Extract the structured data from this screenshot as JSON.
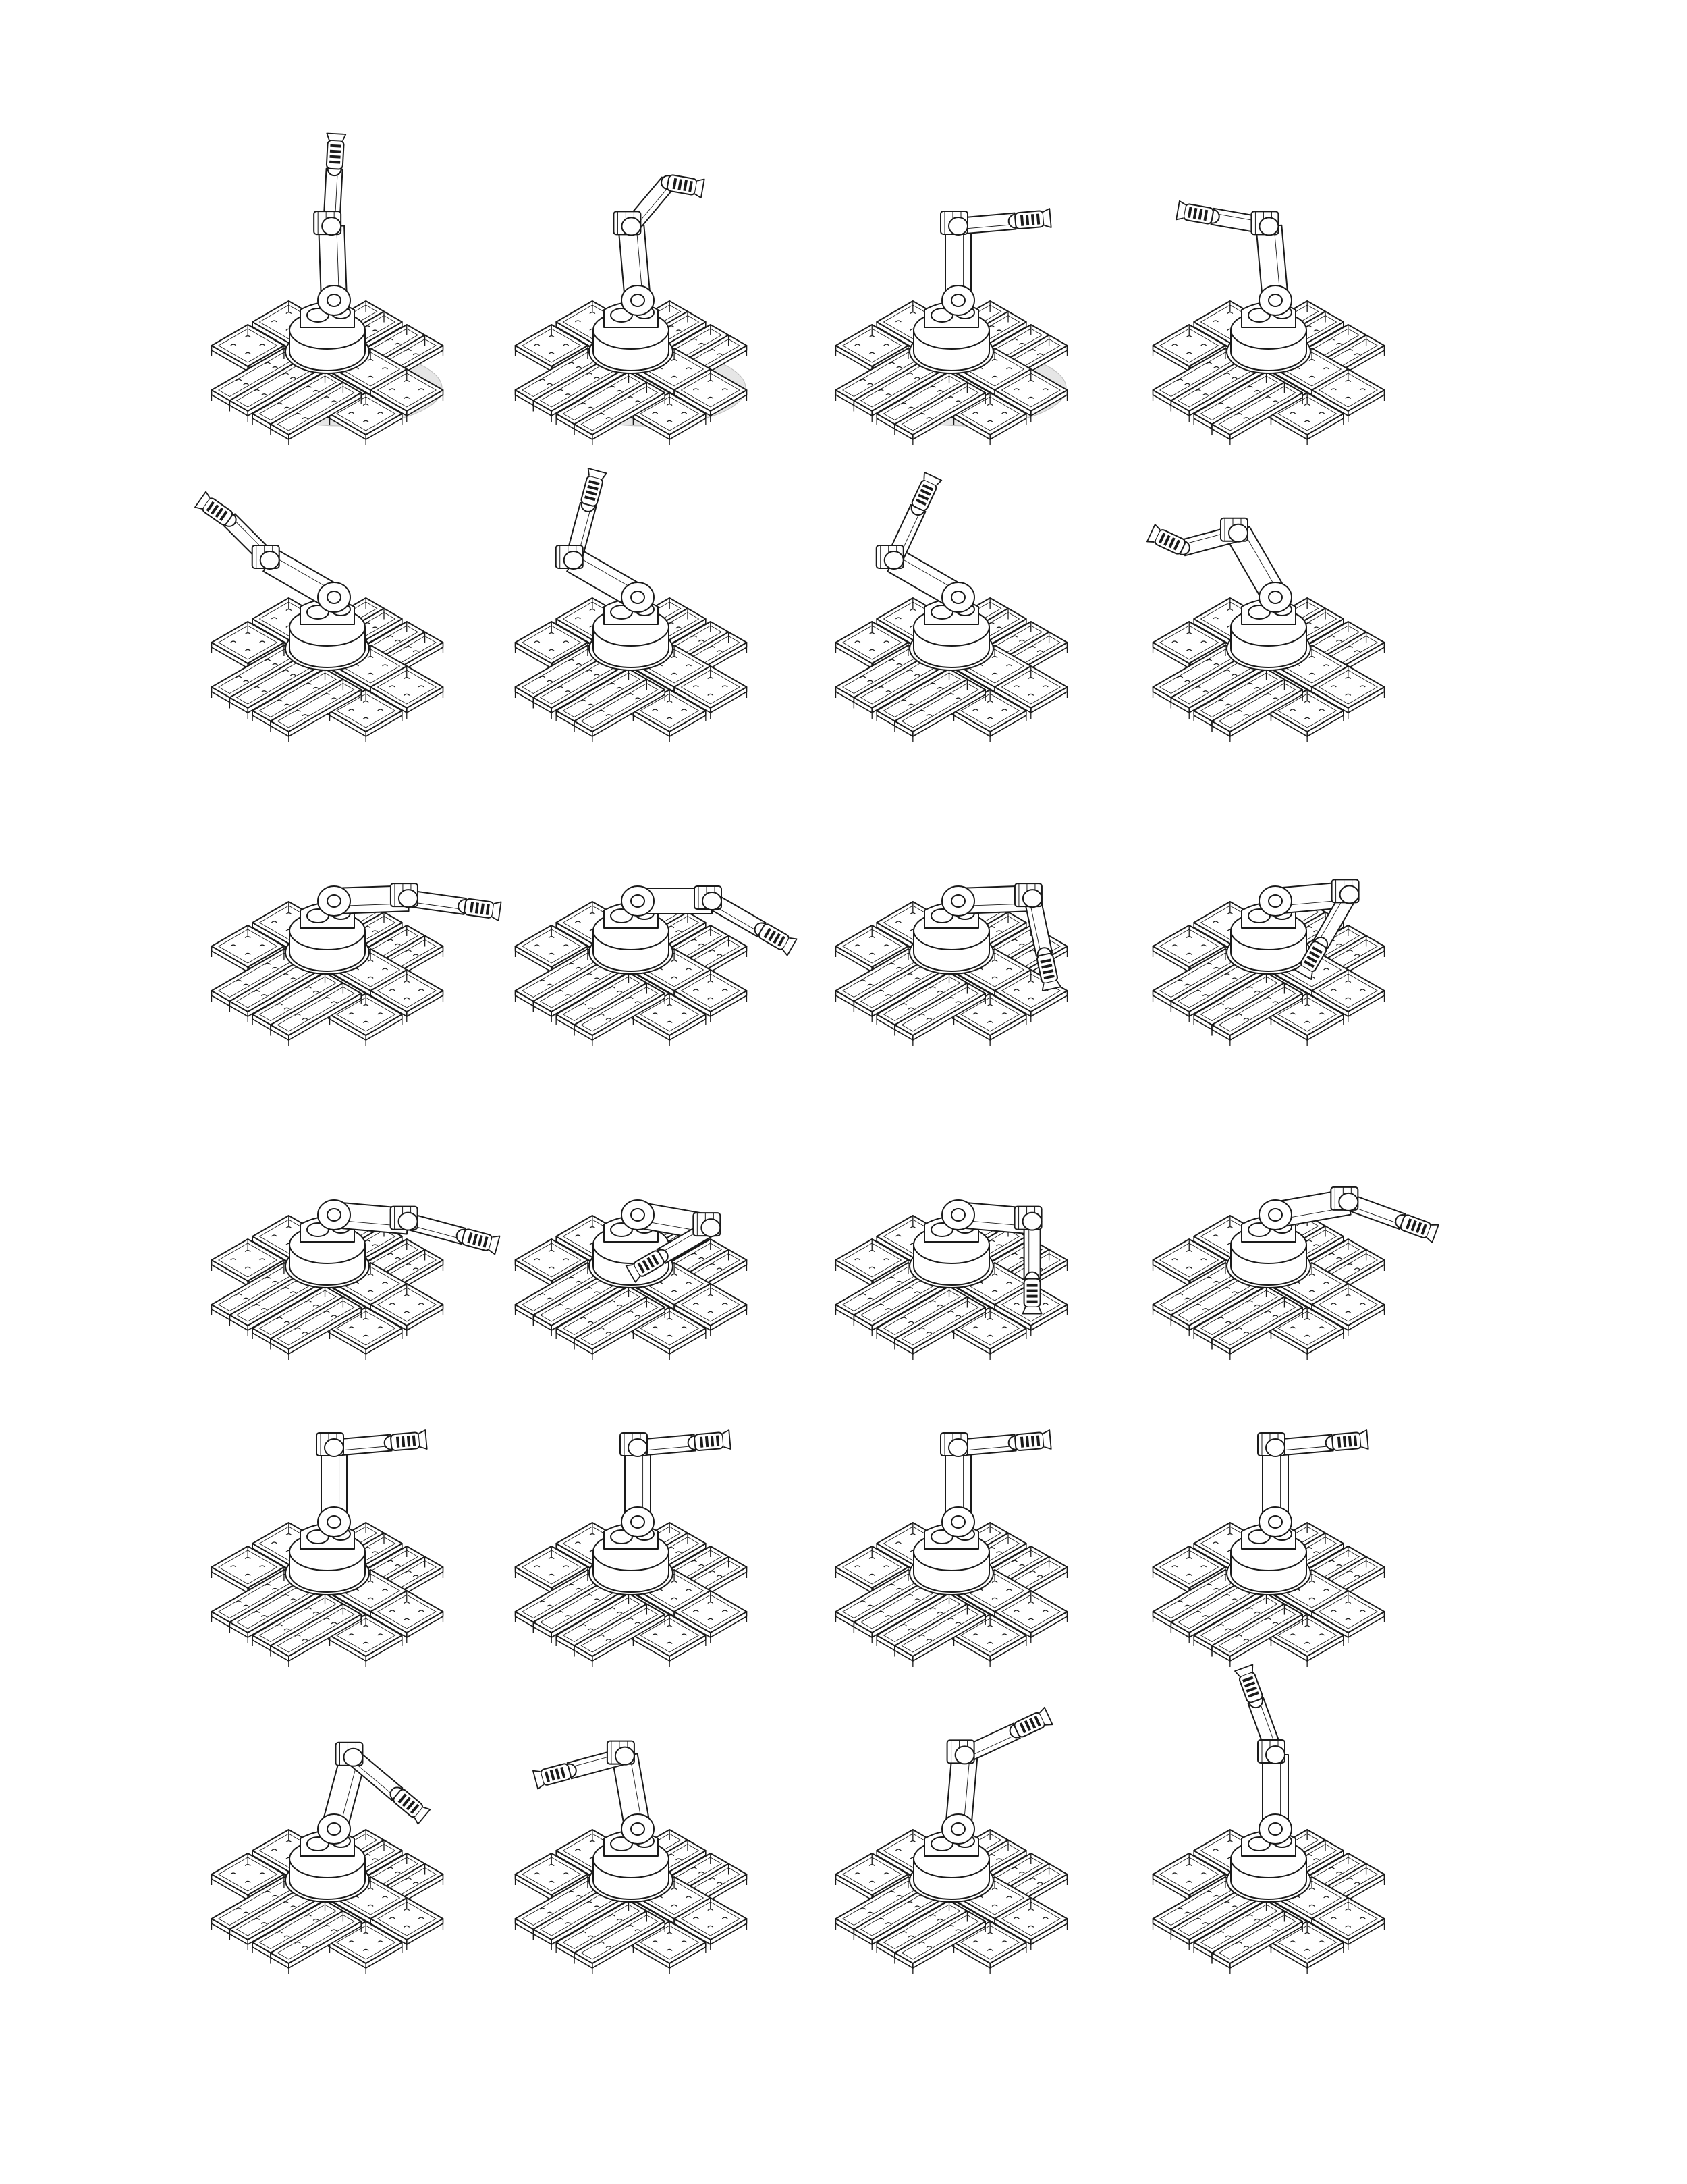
{
  "sheet": {
    "title": "",
    "caption": "",
    "rows": 6,
    "columns": 4,
    "line_color": "#1a1a1a",
    "fill_color": "#ffffff",
    "shadow_color": "#e6e6e6"
  },
  "poses": [
    {
      "row": 1,
      "col": 1,
      "base": 0,
      "shoulder": 92,
      "elbow": 85,
      "wrist": 0,
      "shadow": true
    },
    {
      "row": 1,
      "col": 2,
      "base": 0,
      "shoulder": 95,
      "elbow": 45,
      "wrist": -60,
      "shadow": true
    },
    {
      "row": 1,
      "col": 3,
      "base": 0,
      "shoulder": 90,
      "elbow": 5,
      "wrist": 0,
      "shadow": true
    },
    {
      "row": 1,
      "col": 4,
      "base": 0,
      "shoulder": 95,
      "elbow": 165,
      "wrist": 0,
      "shadow": false
    },
    {
      "row": 2,
      "col": 1,
      "base": 0,
      "shoulder": 150,
      "elbow": 75,
      "wrist": 10,
      "shadow": false
    },
    {
      "row": 2,
      "col": 2,
      "base": 0,
      "shoulder": 150,
      "elbow": 15,
      "wrist": 0,
      "shadow": false
    },
    {
      "row": 2,
      "col": 3,
      "base": 0,
      "shoulder": 150,
      "elbow": 5,
      "wrist": 0,
      "shadow": false
    },
    {
      "row": 2,
      "col": 4,
      "base": 0,
      "shoulder": 120,
      "elbow": 165,
      "wrist": -40,
      "shadow": false
    },
    {
      "row": 3,
      "col": 1,
      "base": 0,
      "shoulder": 2,
      "elbow": 80,
      "wrist": 0,
      "shadow": false
    },
    {
      "row": 3,
      "col": 2,
      "base": 0,
      "shoulder": 0,
      "elbow": 60,
      "wrist": 0,
      "shadow": false
    },
    {
      "row": 3,
      "col": 3,
      "base": 0,
      "shoulder": 2,
      "elbow": 10,
      "wrist": 0,
      "shadow": false
    },
    {
      "row": 3,
      "col": 4,
      "base": 0,
      "shoulder": 5,
      "elbow": -35,
      "wrist": 0,
      "shadow": false
    },
    {
      "row": 4,
      "col": 1,
      "base": 0,
      "shoulder": -5,
      "elbow": 80,
      "wrist": 0,
      "shadow": false
    },
    {
      "row": 4,
      "col": 2,
      "base": 0,
      "shoulder": -10,
      "elbow": -50,
      "wrist": 0,
      "shadow": false
    },
    {
      "row": 4,
      "col": 3,
      "base": 0,
      "shoulder": -5,
      "elbow": 5,
      "wrist": 0,
      "shadow": false
    },
    {
      "row": 4,
      "col": 4,
      "base": 0,
      "shoulder": 10,
      "elbow": 60,
      "wrist": 0,
      "shadow": false
    },
    {
      "row": 5,
      "col": 1,
      "base": 0,
      "shoulder": 90,
      "elbow": 5,
      "wrist": 0,
      "shadow": false
    },
    {
      "row": 5,
      "col": 2,
      "base": 0,
      "shoulder": 90,
      "elbow": 5,
      "wrist": 0,
      "shadow": false
    },
    {
      "row": 5,
      "col": 3,
      "base": 0,
      "shoulder": 90,
      "elbow": 5,
      "wrist": 0,
      "shadow": false
    },
    {
      "row": 5,
      "col": 4,
      "base": 0,
      "shoulder": 90,
      "elbow": 5,
      "wrist": 0,
      "shadow": false
    },
    {
      "row": 6,
      "col": 1,
      "base": 0,
      "shoulder": 75,
      "elbow": -25,
      "wrist": 0,
      "shadow": false
    },
    {
      "row": 6,
      "col": 2,
      "base": 0,
      "shoulder": 100,
      "elbow": 185,
      "wrist": 0,
      "shadow": false
    },
    {
      "row": 6,
      "col": 3,
      "base": 0,
      "shoulder": 85,
      "elbow": 30,
      "wrist": 0,
      "shadow": false
    },
    {
      "row": 6,
      "col": 4,
      "base": 0,
      "shoulder": 90,
      "elbow": 110,
      "wrist": 0,
      "shadow": false
    }
  ]
}
